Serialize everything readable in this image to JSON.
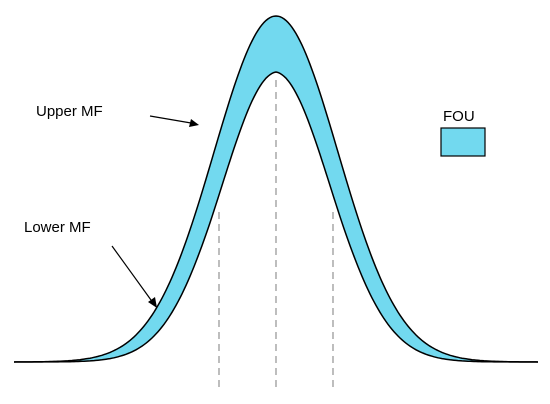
{
  "labels": {
    "upper_mf": "Upper MF",
    "lower_mf": "Lower MF",
    "legend": "FOU"
  },
  "colors": {
    "fou_fill": "#72d9ef",
    "outline": "#000000",
    "guide": "#9a9a9a",
    "background": "#ffffff"
  }
}
